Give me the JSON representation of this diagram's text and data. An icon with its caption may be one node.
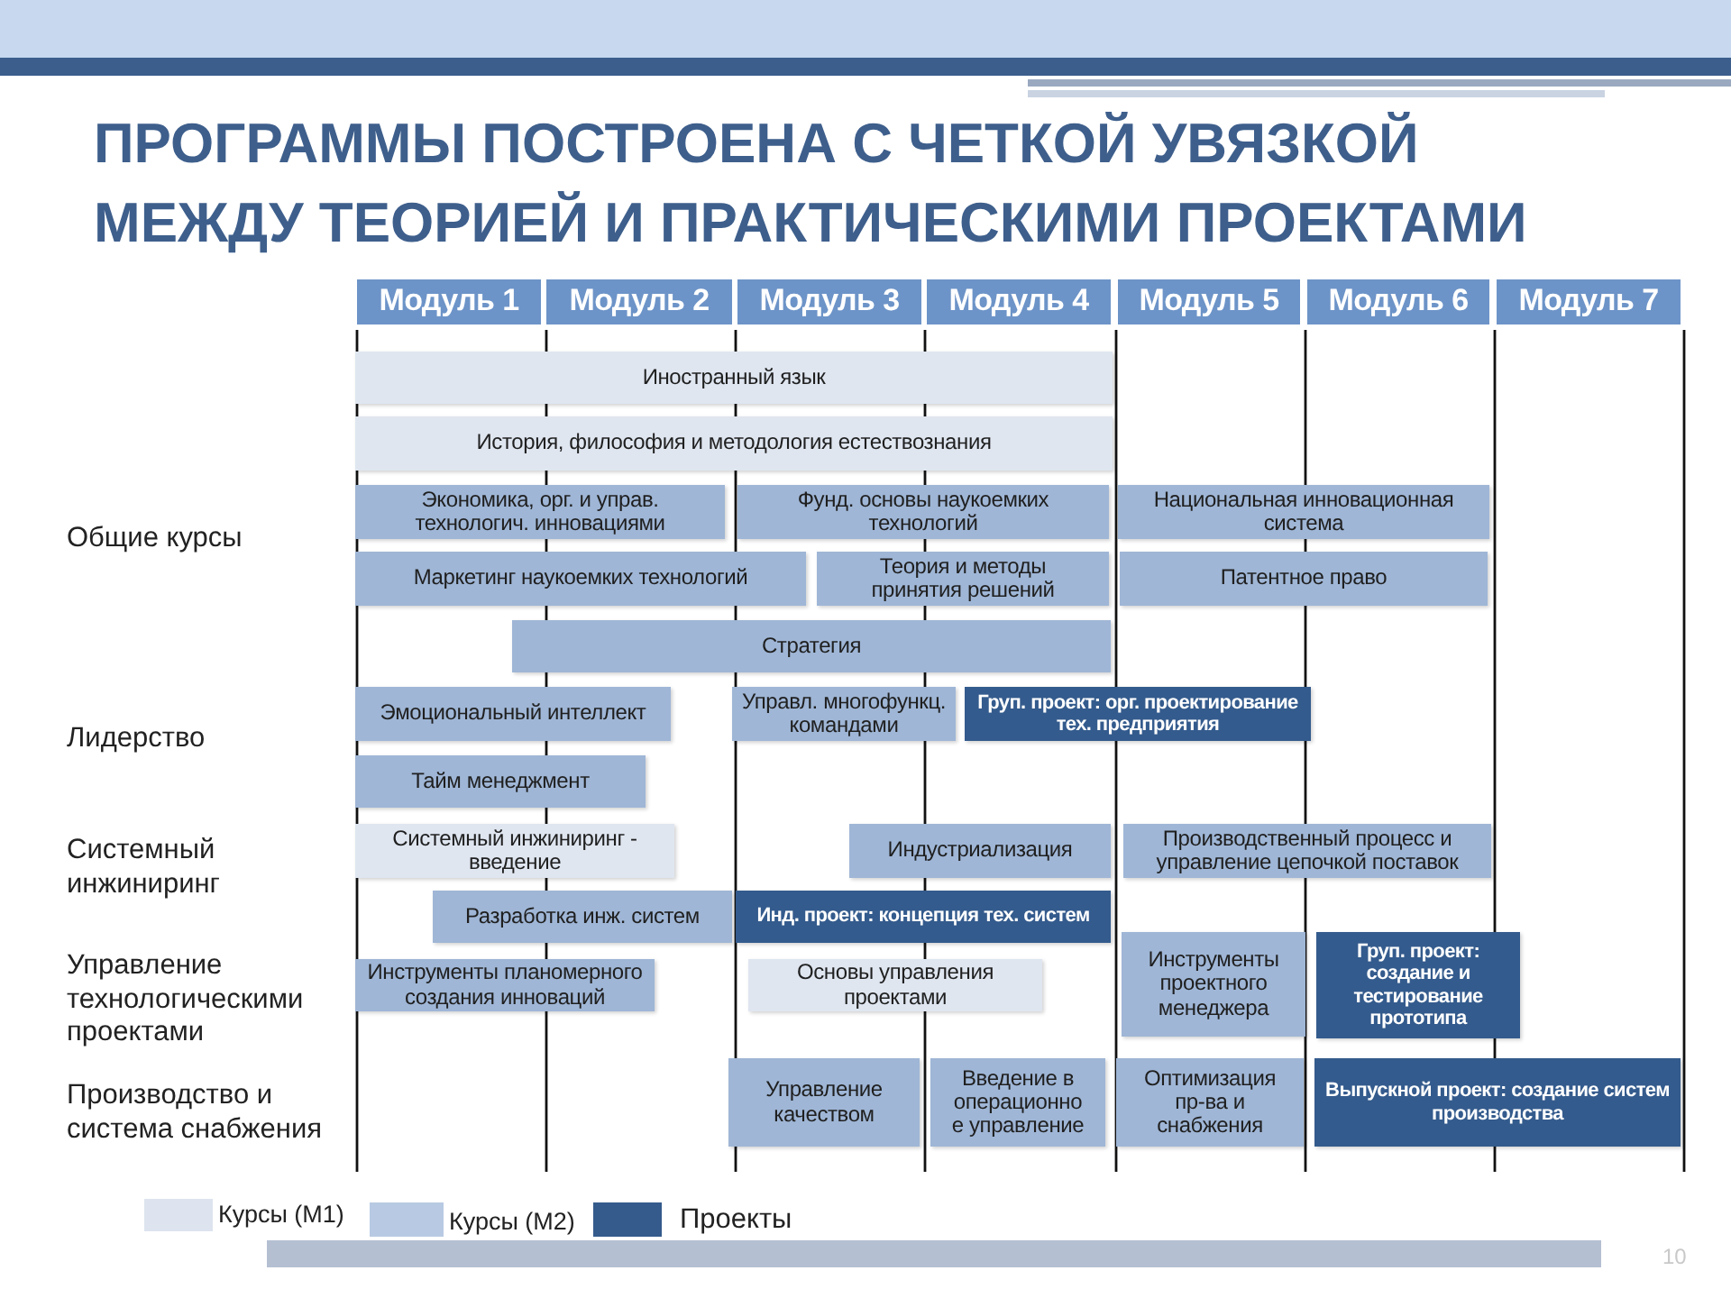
{
  "diagram": {
    "title": "ПРОГРАММЫ ПОСТРОЕНА С ЧЕТКОЙ УВЯЗКОЙ МЕЖДУ ТЕОРИЕЙ И ПРАКТИЧЕСКИМИ ПРОЕКТАМИ",
    "nodes": [
      {
        "text": [
          "Модуль 1"
        ]
      },
      {
        "text": [
          "Модуль 2"
        ]
      },
      {
        "text": [
          "Модуль 3"
        ]
      },
      {
        "text": [
          "Модуль 4"
        ]
      },
      {
        "text": [
          "Модуль 5"
        ]
      },
      {
        "text": [
          "Модуль 6"
        ]
      },
      {
        "text": [
          "Модуль 7"
        ]
      },
      {
        "text": [
          "Иностранный язык"
        ]
      },
      {
        "text": [
          "История, философия и методология естествознания"
        ]
      },
      {
        "text": [
          "Экономика, орг. и управ. технологич. инновациями"
        ]
      },
      {
        "text": [
          "Фунд. основы наукоемких технологий"
        ]
      },
      {
        "text": [
          "Национальная инновационная система"
        ]
      },
      {
        "text": [
          "Маркетинг наукоемких технологий"
        ]
      },
      {
        "text": [
          "Теория и методы принятия решений"
        ]
      },
      {
        "text": [
          "Патентное право"
        ]
      },
      {
        "text": [
          "Стратегия"
        ]
      },
      {
        "text": [
          "Эмоциональный интеллект"
        ]
      },
      {
        "text": [
          "Управл. многофункц. командами"
        ]
      },
      {
        "text": [
          "Груп. проект: орг. проектирование тех. предприятия"
        ]
      },
      {
        "text": [
          "Тайм менеджмент"
        ]
      },
      {
        "text": [
          "Системный инжиниринг - введение"
        ]
      },
      {
        "text": [
          "Индустриализация"
        ]
      },
      {
        "text": [
          "Производственный процесс и управление цепочкой поставок"
        ]
      },
      {
        "text": [
          "Разработка инж. систем"
        ]
      },
      {
        "text": [
          "Инд. проект: концепция тех. систем"
        ]
      },
      {
        "text": [
          "Инструменты планомерного создания инноваций"
        ]
      },
      {
        "text": [
          "Основы управления проектами"
        ]
      },
      {
        "text": [
          "Инструменты проектного менеджера"
        ]
      },
      {
        "text": [
          "Груп. проект: создание и тестирование прототипа"
        ]
      },
      {
        "text": [
          "Управление качеством"
        ]
      },
      {
        "text": [
          "Введение в операционно е управление"
        ]
      },
      {
        "text": [
          "Оптимизация пр-ва и снабжения"
        ]
      },
      {
        "text": [
          "Выпускной проект: создание систем производства"
        ]
      }
    ],
    "labels": [
      "Общие курсы",
      "Лидерство",
      "Системный инжиниринг",
      "Управление технологическими проектами",
      "Производство и система снабжения",
      "10"
    ],
    "legend": [
      {
        "text": "Курсы (М1)",
        "color": "#dde4ef"
      },
      {
        "text": "Курсы (М2)",
        "color": "#b8cae3"
      },
      {
        "text": "Проекты",
        "color": "#355b8c"
      }
    ]
  }
}
